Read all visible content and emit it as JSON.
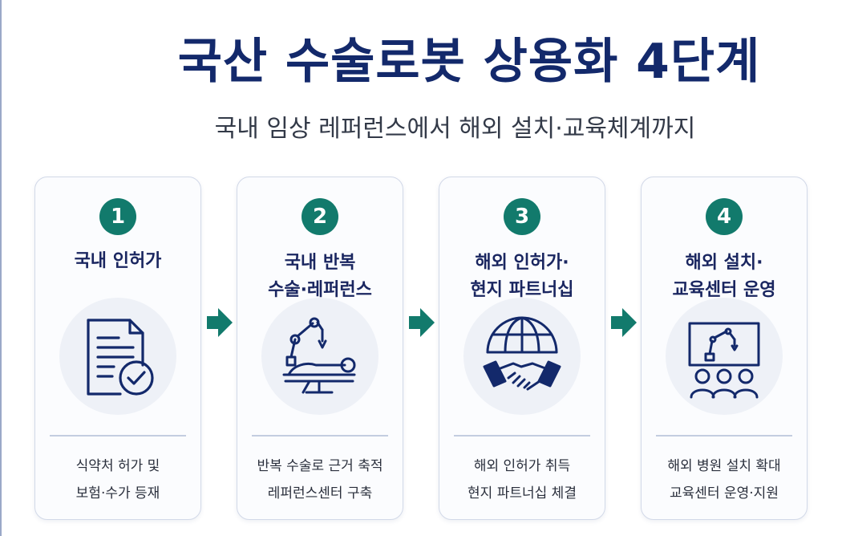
{
  "title": "국산 수술로봇 상용화 4단계",
  "subtitle": "국내 임상 레퍼런스에서 해외 설치·교육체계까지",
  "colors": {
    "title": "#13296b",
    "badge": "#127a6c",
    "icon_stroke": "#13296b",
    "arrow": "#127a6c"
  },
  "steps": [
    {
      "number": "1",
      "title_lines": [
        "국내 인허가"
      ],
      "icon": "document-check-icon",
      "desc_lines": [
        "식약처 허가 및",
        "보험·수가 등재"
      ]
    },
    {
      "number": "2",
      "title_lines": [
        "국내 반복",
        "수술·레퍼런스"
      ],
      "icon": "surgical-robot-bed-icon",
      "desc_lines": [
        "반복 수술로 근거 축적",
        "레퍼런스센터 구축"
      ]
    },
    {
      "number": "3",
      "title_lines": [
        "해외 인허가·",
        "현지 파트너십"
      ],
      "icon": "globe-handshake-icon",
      "desc_lines": [
        "해외 인허가 취득",
        "현지 파트너십 체결"
      ]
    },
    {
      "number": "4",
      "title_lines": [
        "해외 설치·",
        "교육센터 운영"
      ],
      "icon": "training-screen-audience-icon",
      "desc_lines": [
        "해외 병원 설치 확대",
        "교육센터 운영·지원"
      ]
    }
  ]
}
